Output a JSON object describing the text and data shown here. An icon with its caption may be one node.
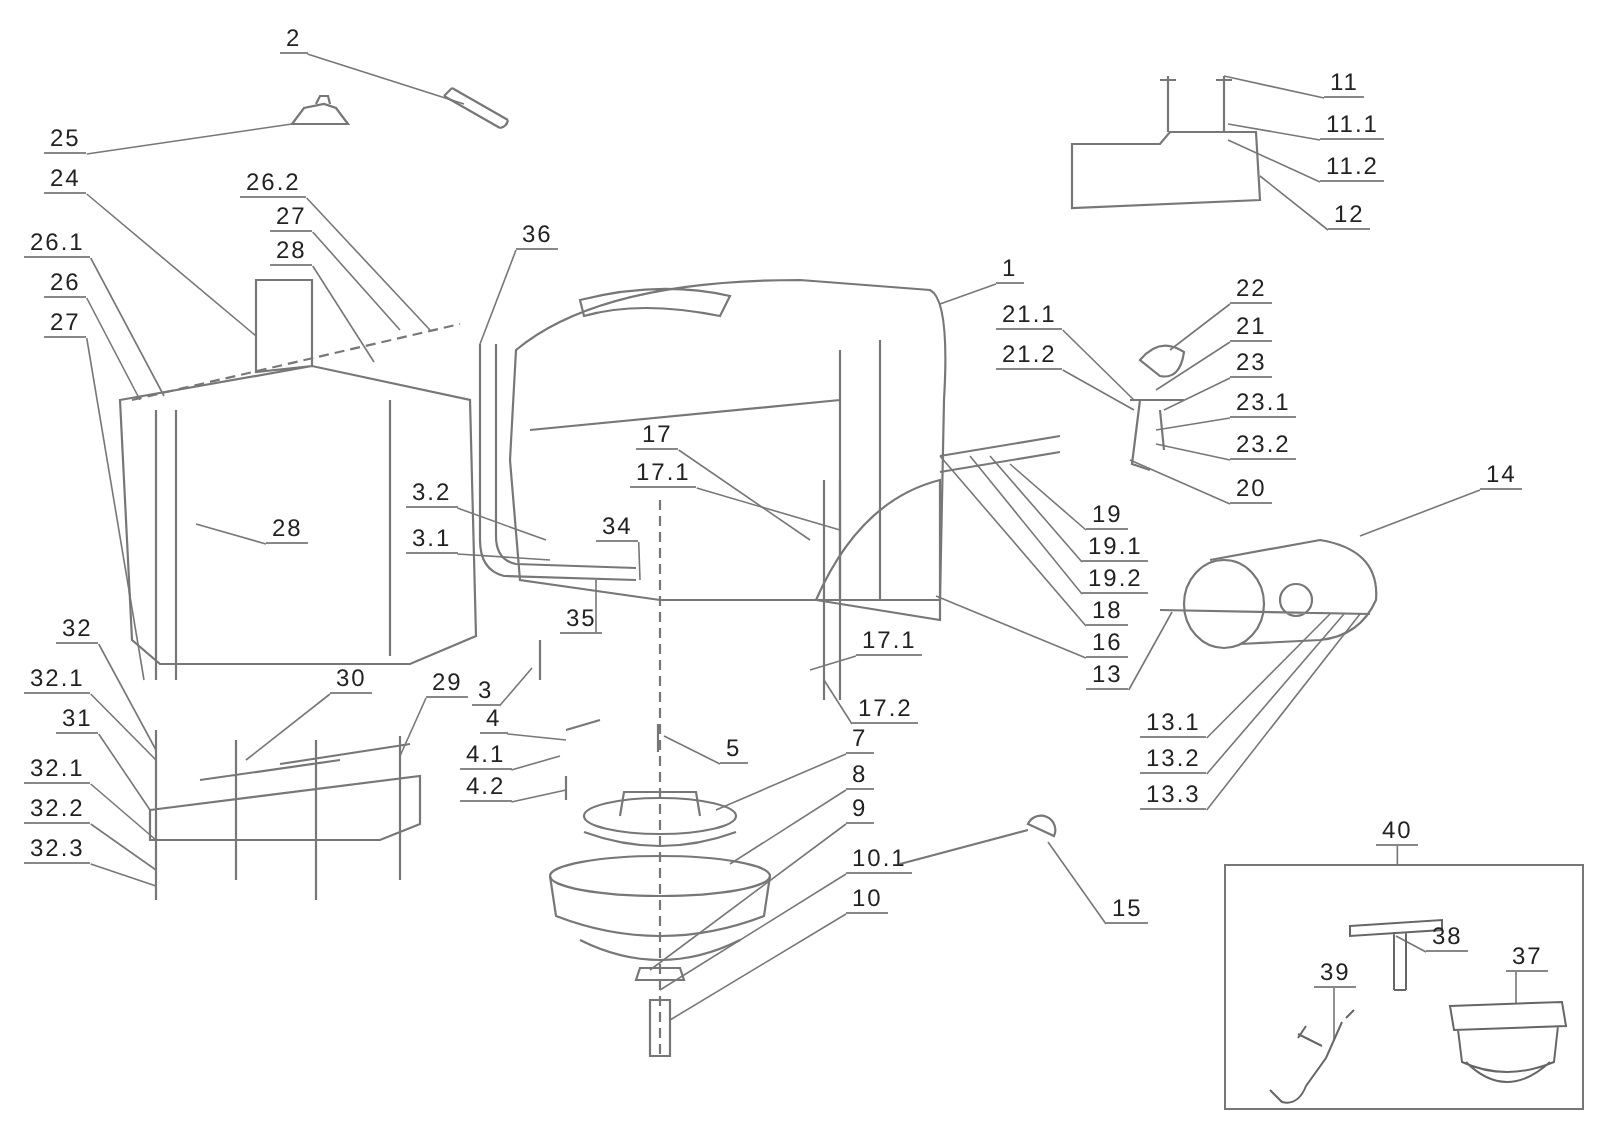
{
  "diagram": {
    "nodes": [
      {
        "text": [
          "2"
        ]
      },
      {
        "text": [
          "25"
        ]
      },
      {
        "text": [
          "24"
        ]
      },
      {
        "text": [
          "26.2"
        ]
      },
      {
        "text": [
          "27"
        ]
      },
      {
        "text": [
          "28"
        ]
      },
      {
        "text": [
          "26.1"
        ]
      },
      {
        "text": [
          "26"
        ]
      },
      {
        "text": [
          "27"
        ]
      },
      {
        "text": [
          "36"
        ]
      },
      {
        "text": [
          "1"
        ]
      },
      {
        "text": [
          "11"
        ]
      },
      {
        "text": [
          "11.1"
        ]
      },
      {
        "text": [
          "11.2"
        ]
      },
      {
        "text": [
          "12"
        ]
      },
      {
        "text": [
          "22"
        ]
      },
      {
        "text": [
          "21.1"
        ]
      },
      {
        "text": [
          "21"
        ]
      },
      {
        "text": [
          "21.2"
        ]
      },
      {
        "text": [
          "23"
        ]
      },
      {
        "text": [
          "23.1"
        ]
      },
      {
        "text": [
          "23.2"
        ]
      },
      {
        "text": [
          "14"
        ]
      },
      {
        "text": [
          "17"
        ]
      },
      {
        "text": [
          "17.1"
        ]
      },
      {
        "text": [
          "20"
        ]
      },
      {
        "text": [
          "28"
        ]
      },
      {
        "text": [
          "3.2"
        ]
      },
      {
        "text": [
          "34"
        ]
      },
      {
        "text": [
          "19"
        ]
      },
      {
        "text": [
          "3.1"
        ]
      },
      {
        "text": [
          "19.1"
        ]
      },
      {
        "text": [
          "19.2"
        ]
      },
      {
        "text": [
          "18"
        ]
      },
      {
        "text": [
          "35"
        ]
      },
      {
        "text": [
          "32"
        ]
      },
      {
        "text": [
          "17.1"
        ]
      },
      {
        "text": [
          "16"
        ]
      },
      {
        "text": [
          "13"
        ]
      },
      {
        "text": [
          "30"
        ]
      },
      {
        "text": [
          "29"
        ]
      },
      {
        "text": [
          "3"
        ]
      },
      {
        "text": [
          "32.1"
        ]
      },
      {
        "text": [
          "17.2"
        ]
      },
      {
        "text": [
          "4"
        ]
      },
      {
        "text": [
          "31"
        ]
      },
      {
        "text": [
          "13.1"
        ]
      },
      {
        "text": [
          "4.1"
        ]
      },
      {
        "text": [
          "5"
        ]
      },
      {
        "text": [
          "7"
        ]
      },
      {
        "text": [
          "32.1"
        ]
      },
      {
        "text": [
          "13.2"
        ]
      },
      {
        "text": [
          "4.2"
        ]
      },
      {
        "text": [
          "8"
        ]
      },
      {
        "text": [
          "32.2"
        ]
      },
      {
        "text": [
          "13.3"
        ]
      },
      {
        "text": [
          "9"
        ]
      },
      {
        "text": [
          "32.3"
        ]
      },
      {
        "text": [
          "40"
        ]
      },
      {
        "text": [],
        "shape": "box"
      },
      {
        "text": [
          "10.1"
        ]
      },
      {
        "text": [
          "15"
        ]
      },
      {
        "text": [
          "10"
        ]
      },
      {
        "text": [
          "38"
        ],
        "in": 59
      },
      {
        "text": [
          "37"
        ],
        "in": 59
      },
      {
        "text": [
          "39"
        ],
        "in": 59
      }
    ],
    "edges": [
      {
        "from": 0,
        "to": null,
        "arrow": "none"
      },
      {
        "from": 1,
        "to": null,
        "arrow": "none"
      },
      {
        "from": 2,
        "to": null,
        "arrow": "none"
      },
      {
        "from": 3,
        "to": null,
        "arrow": "none"
      },
      {
        "from": 4,
        "to": null,
        "arrow": "none"
      },
      {
        "from": 5,
        "to": null,
        "arrow": "none"
      },
      {
        "from": 6,
        "to": null,
        "arrow": "none"
      },
      {
        "from": 7,
        "to": null,
        "arrow": "none"
      },
      {
        "from": 8,
        "to": null,
        "arrow": "none"
      },
      {
        "from": 9,
        "to": null,
        "arrow": "none"
      },
      {
        "from": 10,
        "to": null,
        "arrow": "none"
      },
      {
        "from": 11,
        "to": null,
        "arrow": "none"
      },
      {
        "from": 12,
        "to": null,
        "arrow": "none"
      },
      {
        "from": 13,
        "to": null,
        "arrow": "none"
      },
      {
        "from": 14,
        "to": null,
        "arrow": "none"
      },
      {
        "from": 15,
        "to": null,
        "arrow": "none"
      },
      {
        "from": 16,
        "to": null,
        "arrow": "none"
      },
      {
        "from": 17,
        "to": null,
        "arrow": "none"
      },
      {
        "from": 18,
        "to": null,
        "arrow": "none"
      },
      {
        "from": 19,
        "to": null,
        "arrow": "none"
      },
      {
        "from": 20,
        "to": null,
        "arrow": "none"
      },
      {
        "from": 21,
        "to": null,
        "arrow": "none"
      },
      {
        "from": 22,
        "to": null,
        "arrow": "none"
      },
      {
        "from": 23,
        "to": null,
        "arrow": "none"
      },
      {
        "from": 24,
        "to": null,
        "arrow": "none"
      },
      {
        "from": 25,
        "to": null,
        "arrow": "none"
      },
      {
        "from": 26,
        "to": null,
        "arrow": "none"
      },
      {
        "from": 27,
        "to": null,
        "arrow": "none"
      },
      {
        "from": 28,
        "to": null,
        "arrow": "none"
      },
      {
        "from": 29,
        "to": null,
        "arrow": "none"
      },
      {
        "from": 30,
        "to": null,
        "arrow": "none"
      },
      {
        "from": 31,
        "to": null,
        "arrow": "none"
      },
      {
        "from": 32,
        "to": null,
        "arrow": "none"
      },
      {
        "from": 33,
        "to": null,
        "arrow": "none"
      },
      {
        "from": 34,
        "to": null,
        "arrow": "none"
      },
      {
        "from": 35,
        "to": null,
        "arrow": "none"
      },
      {
        "from": 36,
        "to": null,
        "arrow": "none"
      },
      {
        "from": 37,
        "to": null,
        "arrow": "none"
      },
      {
        "from": 38,
        "to": null,
        "arrow": "none"
      },
      {
        "from": 39,
        "to": null,
        "arrow": "none"
      },
      {
        "from": 40,
        "to": null,
        "arrow": "none"
      },
      {
        "from": 41,
        "to": null,
        "arrow": "none"
      },
      {
        "from": 42,
        "to": null,
        "arrow": "none"
      },
      {
        "from": 43,
        "to": null,
        "arrow": "none"
      },
      {
        "from": 44,
        "to": null,
        "arrow": "none"
      },
      {
        "from": 45,
        "to": null,
        "arrow": "none"
      },
      {
        "from": 46,
        "to": null,
        "arrow": "none"
      },
      {
        "from": 47,
        "to": null,
        "arrow": "none"
      },
      {
        "from": 48,
        "to": null,
        "arrow": "none"
      },
      {
        "from": 49,
        "to": null,
        "arrow": "none"
      },
      {
        "from": 50,
        "to": null,
        "arrow": "none"
      },
      {
        "from": 51,
        "to": null,
        "arrow": "none"
      },
      {
        "from": 52,
        "to": null,
        "arrow": "none"
      },
      {
        "from": 53,
        "to": null,
        "arrow": "none"
      },
      {
        "from": 54,
        "to": null,
        "arrow": "none"
      },
      {
        "from": 55,
        "to": null,
        "arrow": "none"
      },
      {
        "from": 56,
        "to": null,
        "arrow": "none"
      },
      {
        "from": 57,
        "to": null,
        "arrow": "none"
      },
      {
        "from": 58,
        "to": 59,
        "arrow": "none"
      },
      {
        "from": 60,
        "to": null,
        "arrow": "none"
      },
      {
        "from": 61,
        "to": null,
        "arrow": "none"
      },
      {
        "from": 62,
        "to": null,
        "arrow": "none"
      },
      {
        "from": 63,
        "to": null,
        "arrow": "none"
      },
      {
        "from": 64,
        "to": null,
        "arrow": "none"
      },
      {
        "from": 65,
        "to": null,
        "arrow": "none"
      }
    ]
  }
}
